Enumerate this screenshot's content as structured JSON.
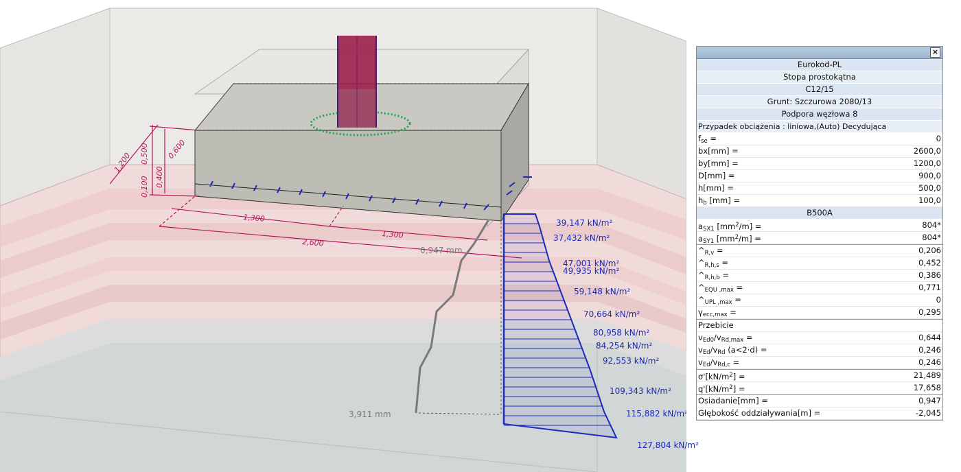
{
  "dimensions": {
    "d1200": "1,200",
    "d500": "0,500",
    "d600": "0,600",
    "d400": "0,400",
    "d100": "0,100",
    "len1300a": "1,300",
    "len1300b": "1,300",
    "len2600": "2,600",
    "settlement": "0,947 mm",
    "depth_label": "3,911 mm"
  },
  "stresses": [
    "39,147 kN/m²",
    "37,432 kN/m²",
    "47,001 kN/m²",
    "49,935 kN/m²",
    "59,148 kN/m²",
    "70,664 kN/m²",
    "80,958 kN/m²",
    "84,254 kN/m²",
    "92,553 kN/m²",
    "109,343 kN/m²",
    "115,882 kN/m²",
    "127,804 kN/m²"
  ],
  "colors": {
    "stress_blue": "#1b2bb8",
    "dim_magenta": "#b3185c",
    "column_red": "#9b1f4a",
    "punching_green": "#1aa84a",
    "panel_header": "#dbe5f1"
  },
  "panel": {
    "close_label": "×",
    "header": {
      "code": "Eurokod-PL",
      "foundation_type": "Stopa prostokątna",
      "concrete": "C12/15",
      "soil": "Grunt: Szczurowa 2080/13",
      "support": "Podpora węzłowa 8",
      "load_case": "Przypadek obciążenia : liniowa,(Auto) Decydująca"
    },
    "params": [
      {
        "sym": "f",
        "sub": "se",
        "unit": " =",
        "value": "0"
      },
      {
        "sym": "bx[mm]",
        "sub": "",
        "unit": " =",
        "value": "2600,0"
      },
      {
        "sym": "by[mm]",
        "sub": "",
        "unit": " =",
        "value": "1200,0"
      },
      {
        "sym": "D[mm]",
        "sub": "",
        "unit": " =",
        "value": "900,0"
      },
      {
        "sym": "h[mm]",
        "sub": "",
        "unit": " =",
        "value": "500,0"
      },
      {
        "sym": "h",
        "sub": "b",
        "unit": " [mm] =",
        "value": "100,0"
      }
    ],
    "steel": "B500A",
    "reinforcement": [
      {
        "sym": "a",
        "sub": "SX1",
        "unit_pre": " [mm",
        "unit_sup": "2",
        "unit_post": "/m] =",
        "value": "804*"
      },
      {
        "sym": "a",
        "sub": "SY1",
        "unit_pre": " [mm",
        "unit_sup": "2",
        "unit_post": "/m] =",
        "value": "804*"
      }
    ],
    "ratios": [
      {
        "sym": "^",
        "sub": "R,v",
        "value": "0,206"
      },
      {
        "sym": "^",
        "sub": "R,h,s",
        "value": "0,452"
      },
      {
        "sym": "^",
        "sub": "R,h,b",
        "value": "0,386"
      },
      {
        "sym": "^",
        "sub": "EQU ,max",
        "value": "0,771"
      },
      {
        "sym": "^",
        "sub": "UPL ,max",
        "value": "0"
      },
      {
        "sym": "γ",
        "sub": "ecc,max",
        "value": "0,295"
      }
    ],
    "punching_title": "Przebicie",
    "punching": [
      {
        "sym_a": "v",
        "sub_a": "Ed0",
        "sym_b": "/v",
        "sub_b": "Rd,max",
        "extra": " =",
        "value": "0,644"
      },
      {
        "sym_a": "v",
        "sub_a": "Ed",
        "sym_b": "/v",
        "sub_b": "Rd",
        "extra": " (a<2·d) =",
        "value": "0,246"
      },
      {
        "sym_a": "v",
        "sub_a": "Ed",
        "sym_b": "/v",
        "sub_b": "Rd,c",
        "extra": " =",
        "value": "0,246"
      }
    ],
    "pressures": [
      {
        "sym": "σ'[kN/m",
        "sup": "2",
        "post": "] =",
        "value": "21,489"
      },
      {
        "sym": "q'[kN/m",
        "sup": "2",
        "post": "] =",
        "value": "17,658"
      }
    ],
    "footer": [
      {
        "label": "Osiadanie[mm] =",
        "value": "0,947"
      },
      {
        "label": "Głębokość oddziaływania[m] =",
        "value": "-2,045"
      }
    ]
  }
}
